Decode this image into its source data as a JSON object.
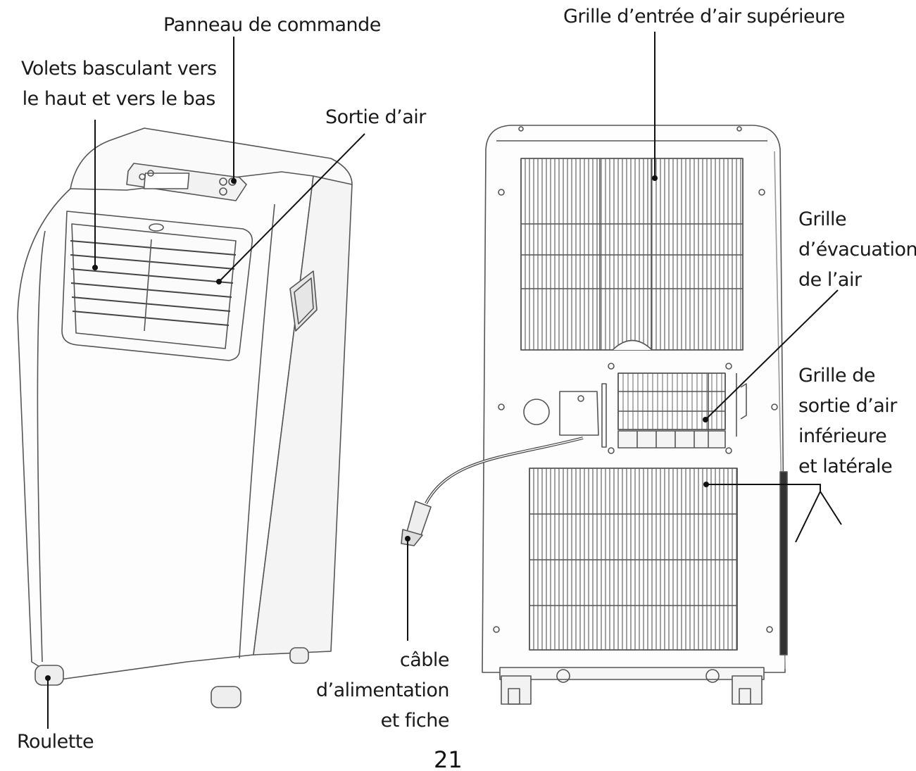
{
  "labels": {
    "control_panel": "Panneau de commande",
    "louvers": "Volets basculant vers\nle haut et vers le bas",
    "air_outlet": "Sortie d’air",
    "upper_intake_grille": "Grille d’entrée d’air supérieure",
    "exhaust_grille": "Grille\nd’évacuation\nde l’air",
    "lower_side_grille": "Grille de\nsortie d’air\ninférieure\net latérale",
    "power_cable": "câble\nd’alimentation\net fiche",
    "caster": "Roulette"
  },
  "page_number": "21"
}
